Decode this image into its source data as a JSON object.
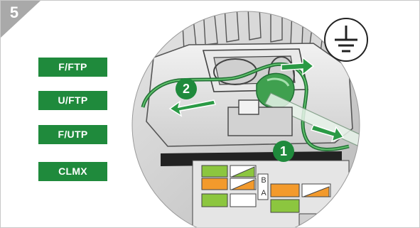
{
  "step": {
    "number": "5"
  },
  "cable_types": [
    {
      "label": "F/FTP"
    },
    {
      "label": "U/FTP"
    },
    {
      "label": "F/UTP"
    },
    {
      "label": "CLMX"
    }
  ],
  "callouts": [
    {
      "number": "2"
    },
    {
      "number": "1"
    }
  ],
  "pair_letters": {
    "b": "B",
    "a": "A"
  },
  "icons": {
    "ground": "ground-icon"
  },
  "colors": {
    "accent_green": "#1f8a3c",
    "corner_grey": "#a9a9a9",
    "orange": "#f39a2c",
    "lime": "#8cc63f"
  }
}
